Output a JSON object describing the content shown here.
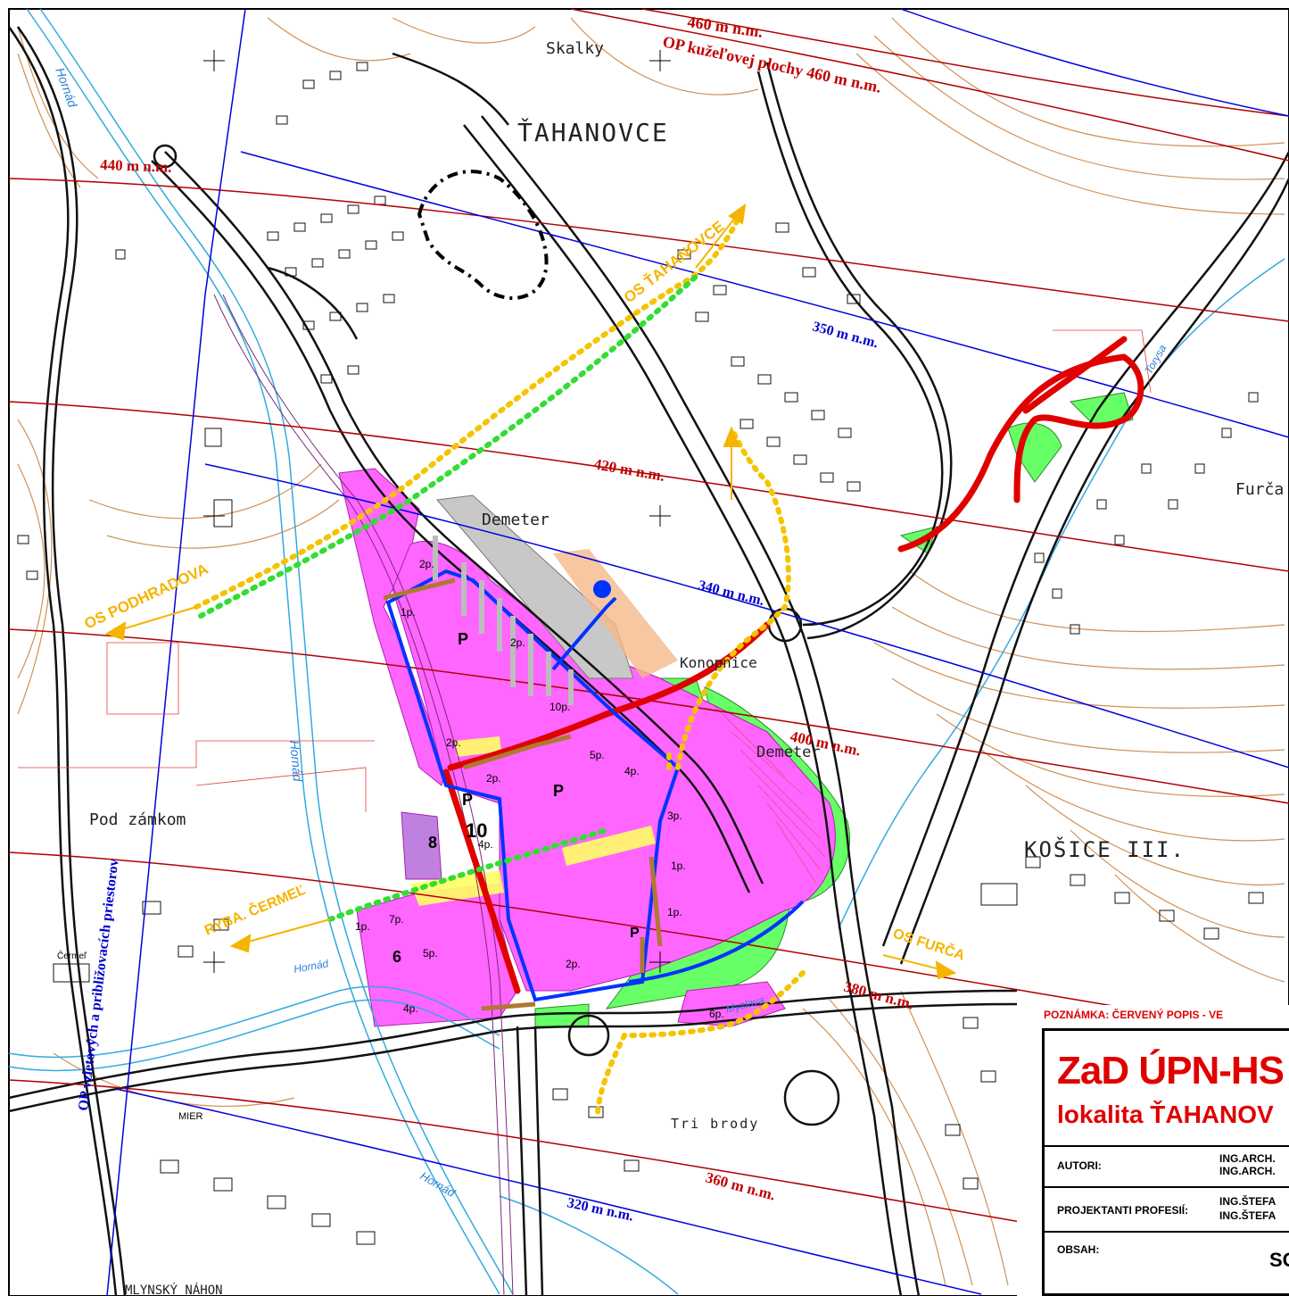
{
  "places": {
    "skalky": "Skalky",
    "tahanovce": "ŤAHANOVCE",
    "demeter_1": "Demeter",
    "demeter_2": "Demeter",
    "konopnice": "Konopnice",
    "pod_zamkom": "Pod zámkom",
    "kosice_iii": "KOŠICE III.",
    "furca": "Furča",
    "tri_brody": "Tri brody",
    "mlynsky_nahon": "MLYNSKÝ NÁHON",
    "mier": "MIER",
    "cermel": "Čermeľ"
  },
  "rivers": {
    "hornad_1": "Hornád",
    "hornad_2": "Hornád",
    "hornad_3": "Hornád",
    "hornad_4": "Hornád",
    "myslava": "Myslava",
    "torysa": "Torysa"
  },
  "red_contours": {
    "op_460": "460 m n.m.",
    "op_kuzel": "OP kužeľovej plochy 460 m n.m.",
    "c440": "440 m n.m.",
    "c420": "420 m n.m.",
    "c400": "400 m n.m.",
    "c380": "380 m n.m.",
    "c360": "360 m n.m."
  },
  "blue_contours": {
    "c350": "350 m n.m.",
    "c340": "340 m n.m.",
    "c320": "320 m n.m.",
    "op_vzletove": "OP vzletových a približovacích priestorov"
  },
  "arrows": {
    "os_tahanovce": "OS ŤAHANOVCE",
    "os_podhradova": "OS PODHRADOVA",
    "ryba_cermel": "RYBA. ČERMEĽ",
    "os_furca": "OS FURČA"
  },
  "plots": {
    "p1": "2p.",
    "p2": "1p.",
    "p3": "2p.",
    "p4": "10p.",
    "p5": "2p.",
    "p6": "5p.",
    "p7": "4p.",
    "p8": "2p.",
    "p9": "3p.",
    "p10": "1p.",
    "p11": "4p.",
    "p12": "1p.",
    "p13": "7p.",
    "p14": "5p.",
    "p15": "2p.",
    "p16": "4p.",
    "p17": "6p.",
    "p18": "1p."
  },
  "parking": {
    "a": "P",
    "b": "P",
    "c": "P",
    "d": "P"
  },
  "numbers": {
    "n10": "10",
    "n8": "8",
    "n6": "6"
  },
  "legend": {
    "note": "POZNÁMKA: ČERVENÝ POPIS - VE",
    "title": "ZaD ÚPN-HS",
    "subtitle": "lokalita ŤAHANOV",
    "authors_label": "AUTORI:",
    "authors_1": "ING.ARCH.",
    "authors_2": "ING.ARCH.",
    "designers_label": "PROJEKTANTI PROFESIÍ:",
    "designers_1": "ING.ŠTEFA",
    "designers_2": "ING.ŠTEFA",
    "content_label": "OBSAH:",
    "content_value": "SC"
  },
  "colors": {
    "development": "#ff66ff",
    "greenery": "#66ff66",
    "road_red": "#e00000",
    "boundary_blue": "#0033ff",
    "arrows_yellow": "#f5c400",
    "terrain_brown": "#c8752a",
    "contour_red": "#b00000"
  }
}
